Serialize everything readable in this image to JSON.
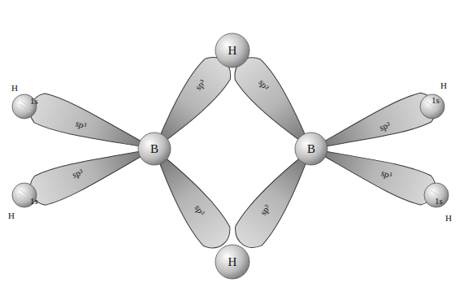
{
  "diagram": {
    "nodes": [
      {
        "text": [
          "H"
        ]
      },
      {
        "text": [
          "B"
        ]
      },
      {
        "text": [
          "B"
        ]
      },
      {
        "text": [
          "H"
        ]
      }
    ],
    "labels": [
      "H",
      "1s",
      "sp³",
      "H",
      "1s",
      "sp³",
      "H",
      "1s",
      "sp³",
      "H",
      "1s",
      "sp³",
      "sp³",
      "sp³",
      "sp³",
      "sp³"
    ]
  }
}
